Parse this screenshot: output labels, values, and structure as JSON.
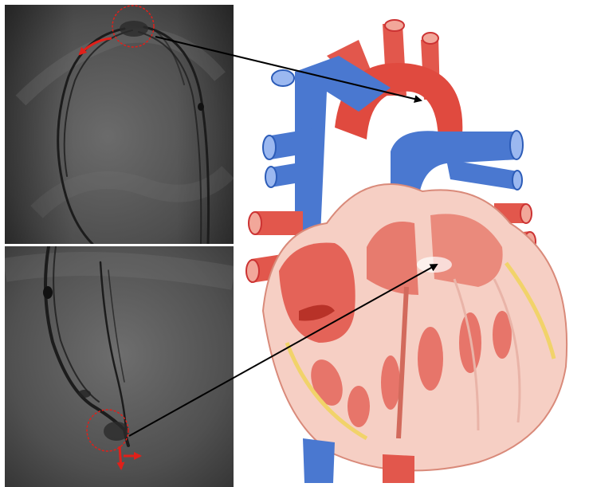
{
  "figure": {
    "colors": {
      "background": "#ffffff",
      "fluoro_dark": "#3a3a3a",
      "fluoro_light": "#8a8a8a",
      "catheter": "#1c1c1c",
      "marker_circle": "#e0201a",
      "marker_arrow": "#e0201a",
      "pointer_arrow": "#000000",
      "heart_red": "#e2574c",
      "heart_light_red": "#f2a79a",
      "vein_blue": "#4a78d0",
      "tissue_pink": "#f6cfc4",
      "fat_yellow": "#f1d36a"
    },
    "panels": [
      {
        "name": "fluoroscopy-top",
        "kind": "angiographic frame"
      },
      {
        "name": "fluoroscopy-bottom",
        "kind": "angiographic frame"
      },
      {
        "name": "heart-illustration",
        "kind": "anatomical heart cross-section"
      }
    ],
    "icons": [
      "dashed-circle-marker",
      "curved-red-arrow",
      "double-red-arrow",
      "black-pointer-arrow"
    ]
  }
}
